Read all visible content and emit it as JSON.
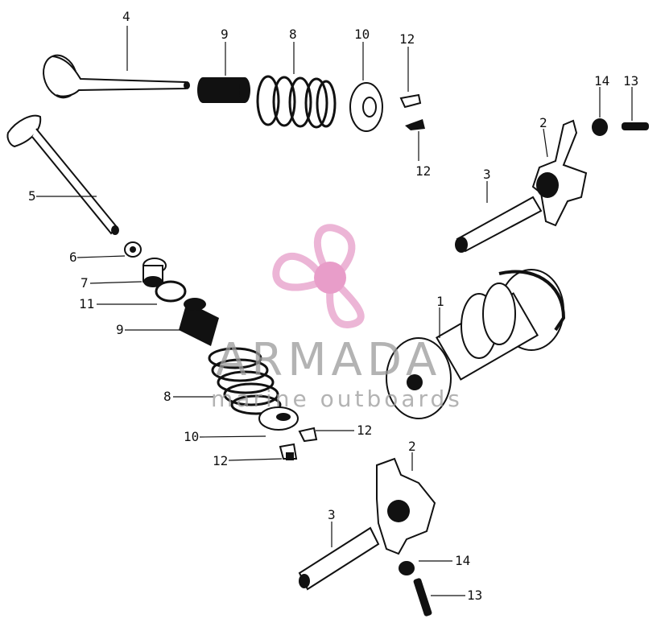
{
  "callouts": {
    "c4": "4",
    "c9a": "9",
    "c8a": "8",
    "c10a": "10",
    "c12a": "12",
    "c12b": "12",
    "c14a": "14",
    "c13a": "13",
    "c2a": "2",
    "c3a": "3",
    "c5": "5",
    "c6": "6",
    "c7": "7",
    "c11": "11",
    "c9b": "9",
    "c1": "1",
    "c8b": "8",
    "c10b": "10",
    "c12c": "12",
    "c12d": "12",
    "c2b": "2",
    "c3b": "3",
    "c14b": "14",
    "c13b": "13"
  },
  "watermark": {
    "brand": "ARMADA",
    "tagline": "marine outboards",
    "colors": {
      "propeller": "#e9a9cf",
      "hub": "#e58cc0",
      "text": "#9a9a9a"
    }
  },
  "icons": {
    "logo": "propeller-icon"
  }
}
